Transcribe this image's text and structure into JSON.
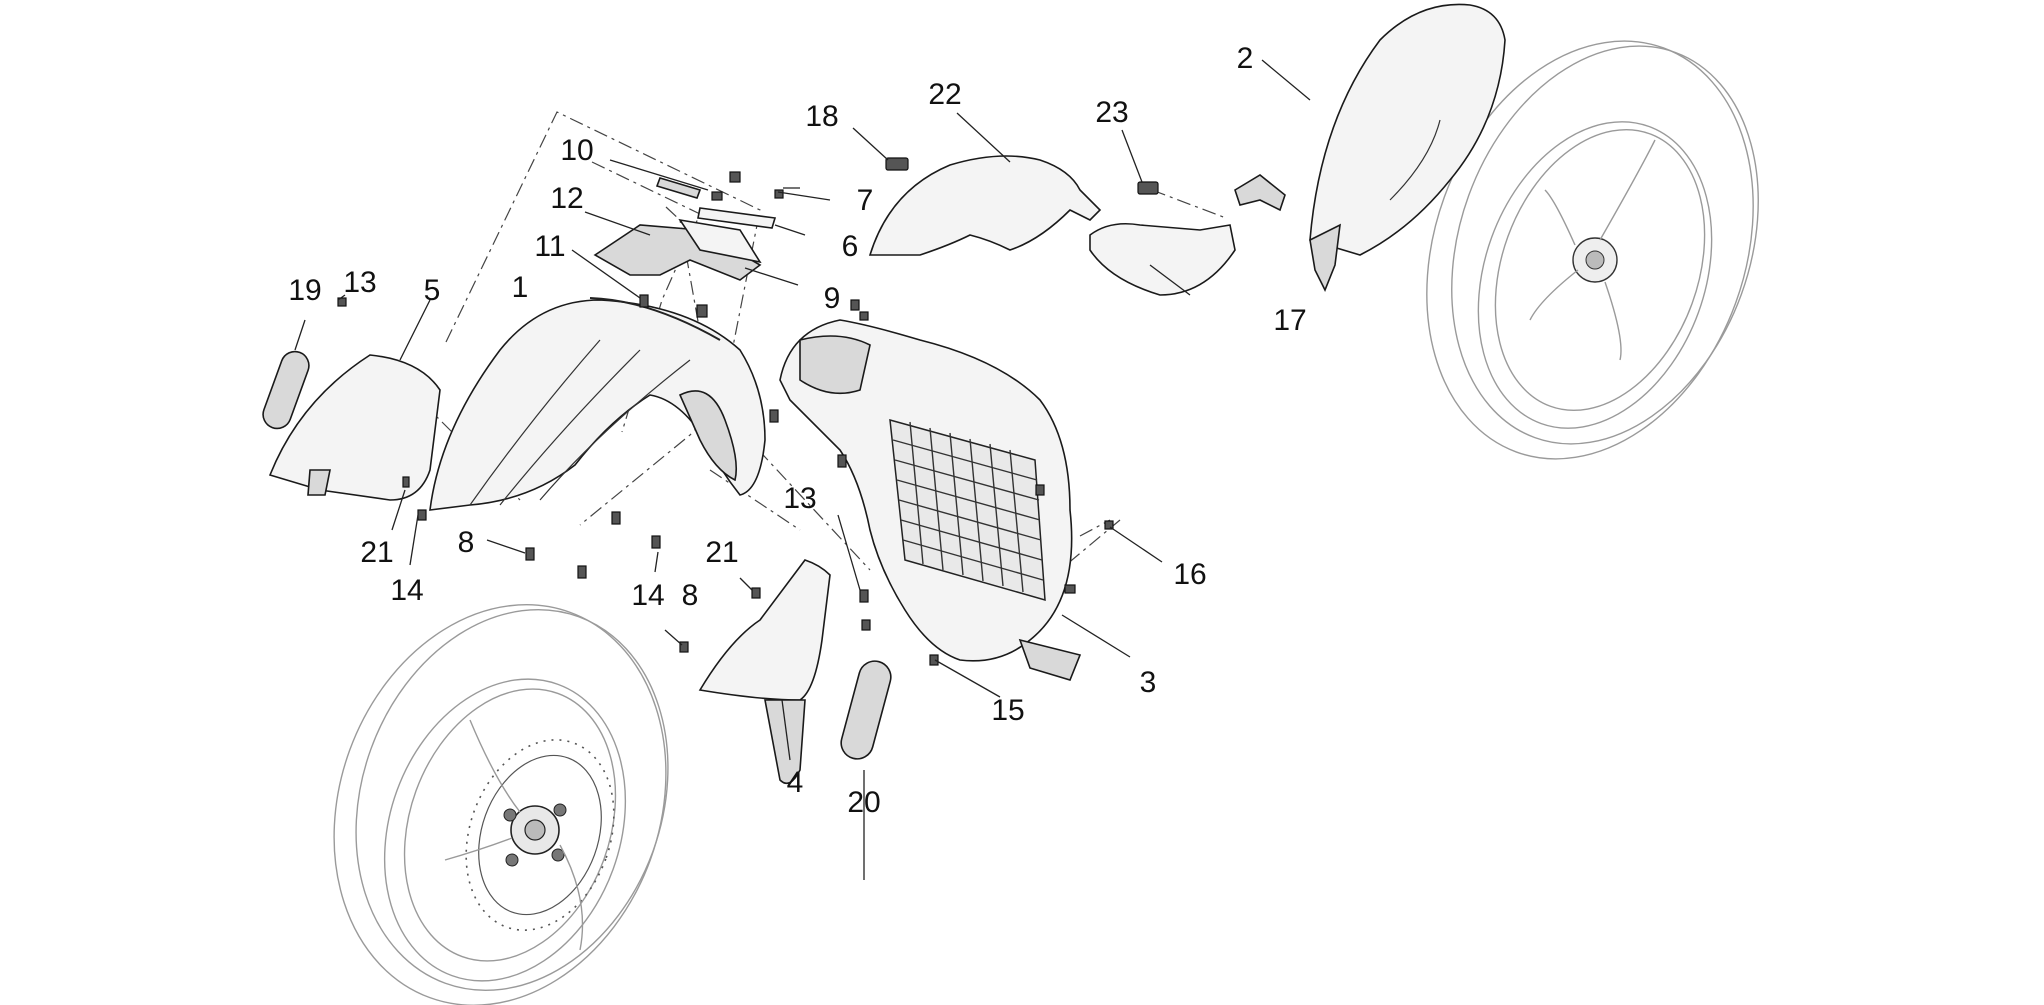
{
  "callouts": {
    "c1": "1",
    "c2": "2",
    "c3": "3",
    "c4": "4",
    "c5": "5",
    "c6": "6",
    "c7": "7",
    "c8a": "8",
    "c8b": "8",
    "c9": "9",
    "c10": "10",
    "c11": "11",
    "c12": "12",
    "c13a": "13",
    "c13b": "13",
    "c14a": "14",
    "c14b": "14",
    "c15": "15",
    "c16": "16",
    "c17": "17",
    "c18": "18",
    "c19": "19",
    "c20": "20",
    "c21a": "21",
    "c21b": "21",
    "c22": "22",
    "c23": "23"
  }
}
